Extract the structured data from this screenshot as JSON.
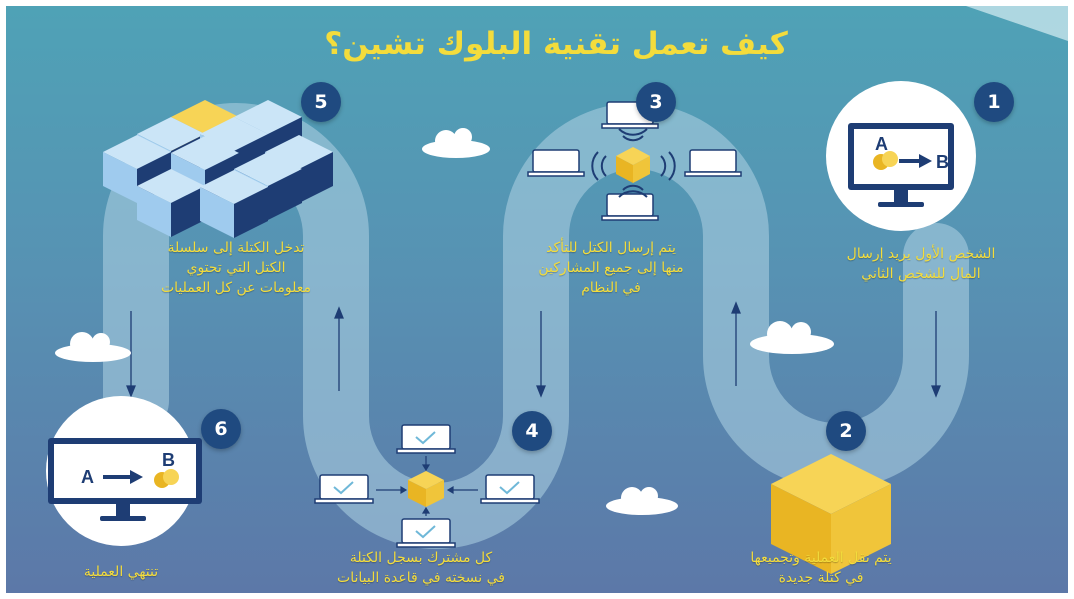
{
  "title": "كيف تعمل تقنية البلوك تشين؟",
  "steps": [
    {
      "number": "1",
      "caption": "الشخص الأول يريد إرسال\nالمال للشخص الثاني"
    },
    {
      "number": "2",
      "caption": "يتم نقل العملية وتجميعها\nفي كتلة جديدة"
    },
    {
      "number": "3",
      "caption": "يتم إرسال الكتل للتأكد\nمنها إلى جميع المشاركين\nفي النظام"
    },
    {
      "number": "4",
      "caption": "كل مشترك بسجل الكتلة\nفي نسخته في قاعدة البيانات"
    },
    {
      "number": "5",
      "caption": "تدخل الكتلة إلى سلسلة\nالكتل التي تحتوي\nمعلومات عن كل العمليات"
    },
    {
      "number": "6",
      "caption": "تنتهي العملية"
    }
  ],
  "monitor_start": {
    "from": "A",
    "to": "B"
  },
  "monitor_end": {
    "from": "A",
    "to": "B"
  },
  "colors": {
    "title": "#f3dc3c",
    "badge": "#1f4a80",
    "path": "#a9cde0",
    "cube_top": "#f7d456",
    "cube_side": "#e9b523",
    "block_blue": "#b9daf3",
    "block_navy": "#1e3d74"
  },
  "icons": [
    "monitor-icon",
    "coins-icon",
    "arrow-right-icon",
    "gold-cube-icon",
    "laptop-icon",
    "wifi-signal-icon",
    "check-icon",
    "cloud-icon",
    "block-cluster-icon"
  ]
}
